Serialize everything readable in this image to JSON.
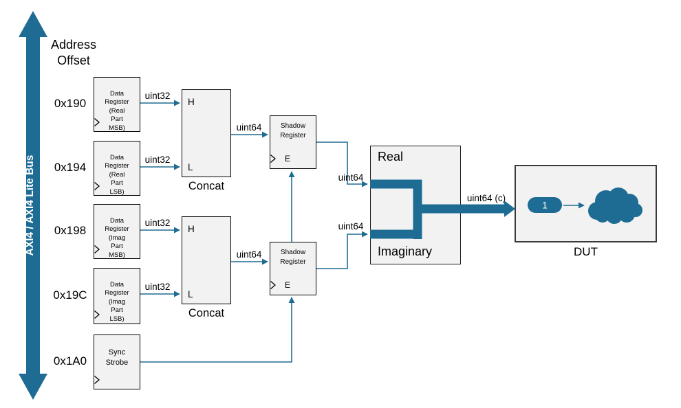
{
  "colors": {
    "accent": "#1E6C94",
    "box_fill": "#F2F2F2"
  },
  "bus": {
    "label": "AXI4 / AXI4 Lite Bus"
  },
  "address_header": "Address\nOffset",
  "rows": [
    {
      "offset": "0x190",
      "register": "Data\nRegister\n(Real\nPart\nMSB)"
    },
    {
      "offset": "0x194",
      "register": "Data\nRegister\n(Real\nPart\nLSB)"
    },
    {
      "offset": "0x198",
      "register": "Data\nRegister\n(Imag\nPart\nMSB)"
    },
    {
      "offset": "0x19C",
      "register": "Data\nRegister\n(Imag\nPart\nLSB)"
    },
    {
      "offset": "0x1A0",
      "register": "Sync\nStrobe"
    }
  ],
  "concat": {
    "label": "Concat",
    "input_high": "H",
    "input_low": "L"
  },
  "shadow": {
    "label": "Shadow\nRegister",
    "enable": "E"
  },
  "combiner": {
    "real_label": "Real",
    "imaginary_label": "Imaginary"
  },
  "signals": {
    "uint32": "uint32",
    "uint64": "uint64",
    "uint64_c": "uint64 (c)"
  },
  "dut": {
    "label": "DUT",
    "node": "1"
  }
}
